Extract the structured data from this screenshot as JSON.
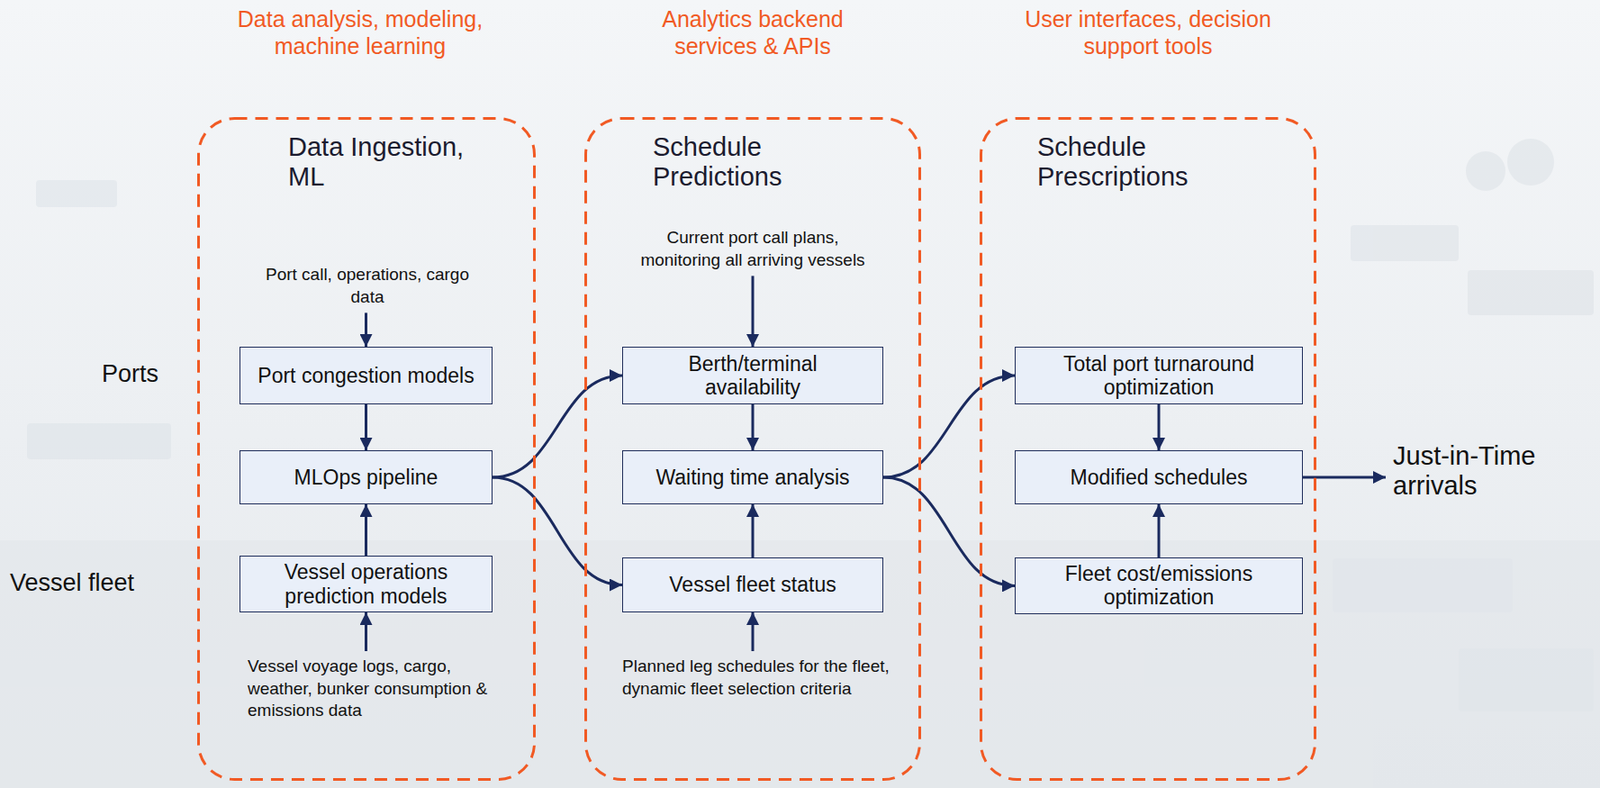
{
  "diagram": {
    "nodes": [
      {
        "text": [
          "Data Ingestion, ML"
        ]
      },
      {
        "text": [
          "Port congestion models"
        ],
        "in": 0
      },
      {
        "text": [
          "MLOps pipeline"
        ],
        "in": 0
      },
      {
        "text": [
          "Vessel operations prediction models"
        ],
        "in": 0
      },
      {
        "text": [
          "Schedule Predictions"
        ]
      },
      {
        "text": [
          "Berth/terminal availability"
        ],
        "in": 4
      },
      {
        "text": [
          "Waiting time analysis"
        ],
        "in": 4
      },
      {
        "text": [
          "Vessel fleet status"
        ],
        "in": 4
      },
      {
        "text": [
          "Schedule Prescriptions"
        ]
      },
      {
        "text": [
          "Total port turnaround optimization"
        ],
        "in": 8
      },
      {
        "text": [
          "Modified schedules"
        ],
        "in": 8
      },
      {
        "text": [
          "Fleet cost/emissions optimization"
        ],
        "in": 8
      }
    ],
    "edges": [
      {
        "from": 1,
        "to": 2,
        "arrow": "to"
      },
      {
        "from": 3,
        "to": 2,
        "arrow": "to"
      },
      {
        "from": 2,
        "to": 5,
        "arrow": "to"
      },
      {
        "from": 2,
        "to": 7,
        "arrow": "to"
      },
      {
        "from": 5,
        "to": 6,
        "arrow": "to"
      },
      {
        "from": 7,
        "to": 6,
        "arrow": "to"
      },
      {
        "from": 6,
        "to": 9,
        "arrow": "to"
      },
      {
        "from": 6,
        "to": 11,
        "arrow": "to"
      },
      {
        "from": 9,
        "to": 10,
        "arrow": "to"
      },
      {
        "from": 11,
        "to": 10,
        "arrow": "to"
      }
    ],
    "labels": [
      "Data analysis, modeling, machine learning",
      "Analytics backend services & APIs",
      "User interfaces, decision support tools",
      "Ports",
      "Vessel fleet",
      "Port call, operations, cargo data",
      "Vessel voyage logs, cargo, weather, bunker consumption & emissions data",
      "Current port call plans, monitoring all arriving vessels",
      "Planned leg schedules for the fleet, dynamic fleet selection criteria",
      "Just-in-Time arrivals"
    ]
  }
}
